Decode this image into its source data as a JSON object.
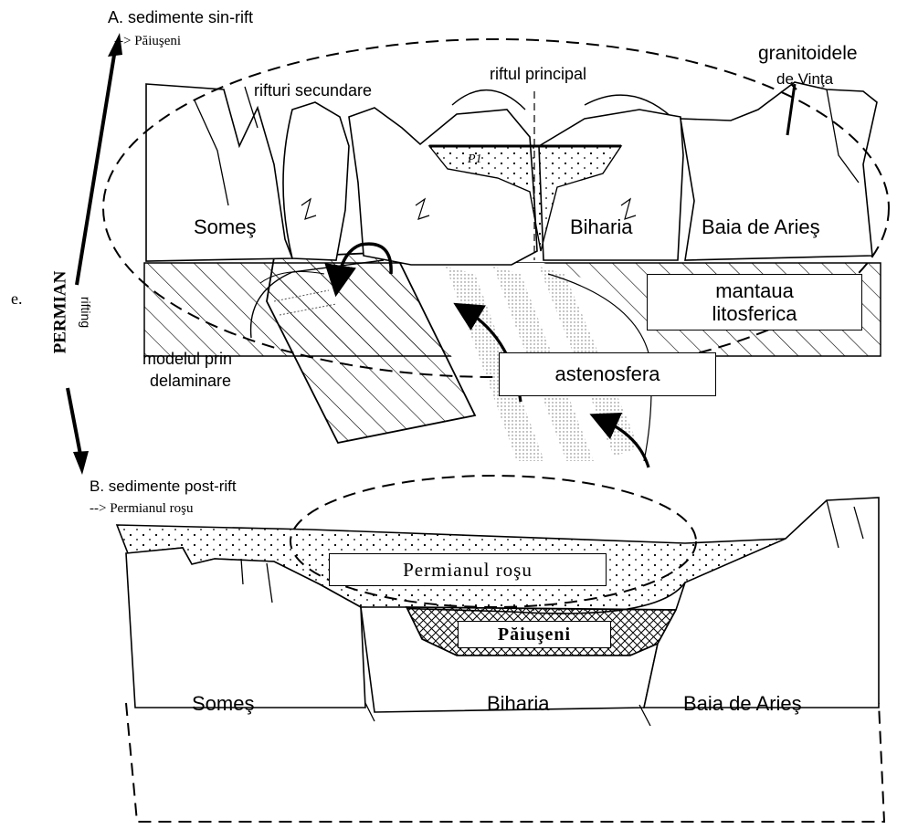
{
  "side_label": "e.",
  "period": {
    "title": "PERMIAN",
    "subtitle": "rifting"
  },
  "panel_a": {
    "heading": "A. sedimente sin-rift",
    "subheading": "--> Păiuşeni",
    "labels": {
      "rifturi_secundare": "rifturi secundare",
      "riftul_principal": "riftul principal",
      "granitoidele": "granitoidele",
      "de_vinta": "de Vinţa",
      "somes": "Someş",
      "biharia": "Biharia",
      "baia_de_aries": "Baia de Arieş",
      "mantaua": "mantaua",
      "litosferica": "litosferica",
      "astenosfera": "astenosfera",
      "modelul_prin": "modelul prin",
      "delaminare": "delaminare",
      "p1": "P1"
    }
  },
  "panel_b": {
    "heading": "B. sedimente post-rift",
    "subheading": "--> Permianul roşu",
    "labels": {
      "permianul_rosu": "Permianul roşu",
      "paiuseni": "Păiuşeni",
      "somes": "Someş",
      "biharia": "Biharia",
      "baia_de_aries": "Baia de Arieş"
    }
  }
}
